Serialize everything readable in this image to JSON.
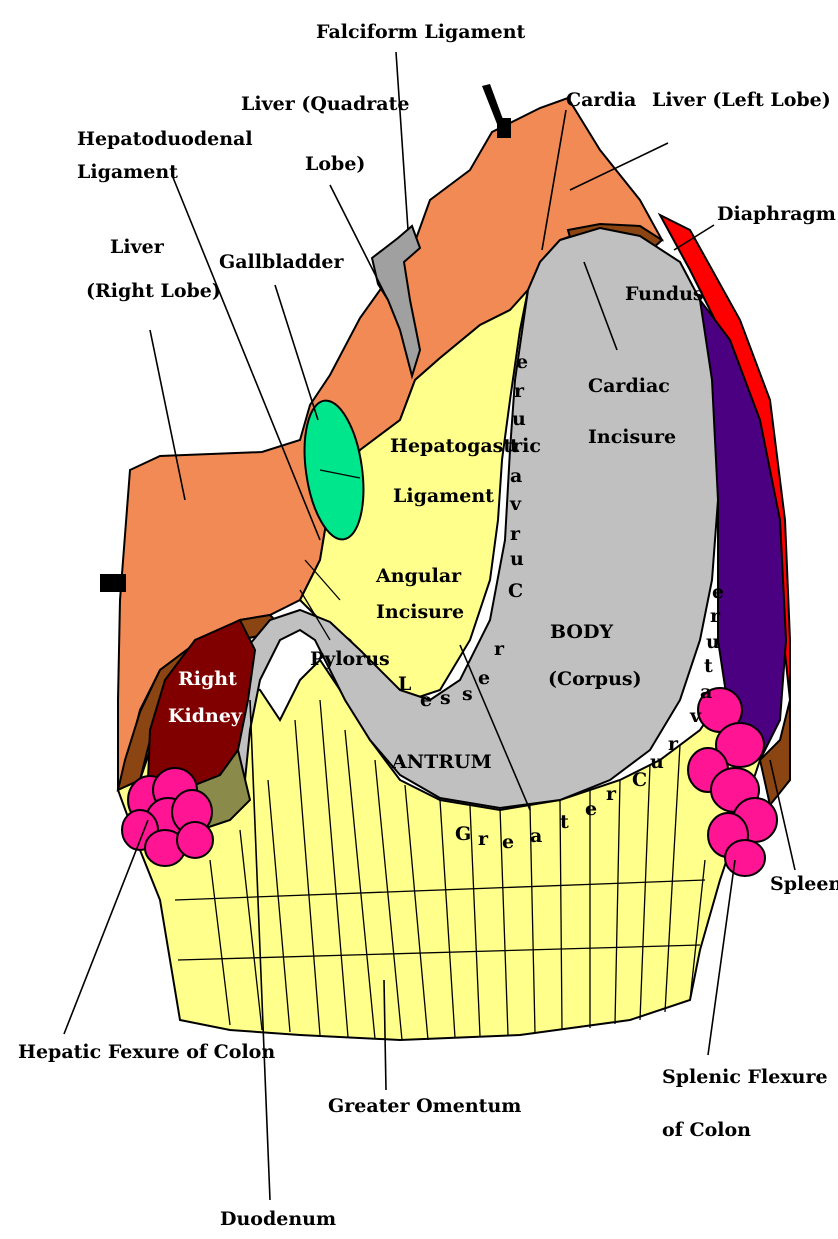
{
  "colors": {
    "liver": "#f28a55",
    "liver_dark": "#8b4513",
    "stomach": "#c0c0c0",
    "omentum": "#ffff8c",
    "gallbladder": "#00e68c",
    "kidney": "#800000",
    "diaphragm": "#ff0000",
    "spleen": "#4b0082",
    "colon": "#ff1493",
    "olive": "#8a8a4a",
    "ligament_gray": "#a0a0a0",
    "black": "#000000"
  },
  "labels": {
    "falciform": "Falciform Ligament",
    "quadrate_1": "Liver (Quadrate",
    "quadrate_2": "Lobe)",
    "cardia": "Cardia",
    "left_lobe": "Liver (Left Lobe)",
    "hepatoduodenal_1": "Hepatoduodenal",
    "hepatoduodenal_2": "Ligament",
    "diaphragm": "Diaphragm",
    "right_lobe_1": "Liver",
    "right_lobe_2": "(Right Lobe)",
    "gallbladder": "Gallbladder",
    "fundus": "Fundus",
    "cardiac_incisure_1": "Cardiac",
    "cardiac_incisure_2": "Incisure",
    "hepatogastric_1": "Hepatogastric",
    "hepatogastric_2": "Ligament",
    "angular_1": "Angular",
    "angular_2": "Incisure",
    "body_1": "BODY",
    "body_2": "(Corpus)",
    "pylorus": "Pylorus",
    "kidney_1": "Right",
    "kidney_2": "Kidney",
    "antrum": "ANTRUM",
    "spleen": "Spleen",
    "hepatic_flexure": "Hepatic Fexure of Colon",
    "splenic_flexure_1": "Splenic Flexure",
    "splenic_flexure_2": "of Colon",
    "greater_omentum": "Greater Omentum",
    "duodenum": "Duodenum"
  },
  "curvatures": {
    "lesser": "Lesser Curvature",
    "greater": "Greater Curvature"
  }
}
